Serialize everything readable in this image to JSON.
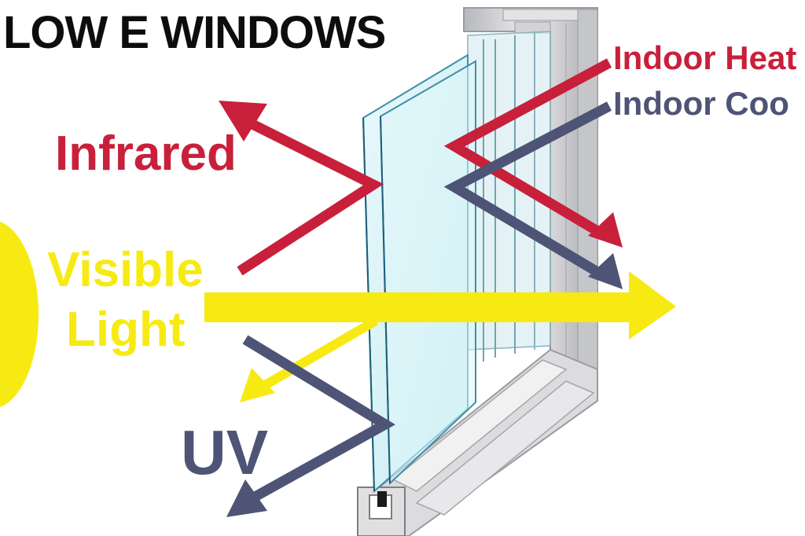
{
  "title": "LOW E WINDOWS",
  "labels": {
    "infrared": "Infrared",
    "visible_line1": "Visible",
    "visible_line2": "Light",
    "uv": "UV",
    "indoor_heat": "Indoor Heat",
    "indoor_cool": "Indoor Coo"
  },
  "colors": {
    "infrared": "#c8203b",
    "visible": "#f7ea12",
    "uv": "#4e5475",
    "indoor_heat": "#c8203b",
    "indoor_cool": "#4e5475",
    "frame": "#d9d9dc",
    "glass": "#cfeff4"
  },
  "icons": [
    "sun-icon",
    "window-frame-icon"
  ]
}
